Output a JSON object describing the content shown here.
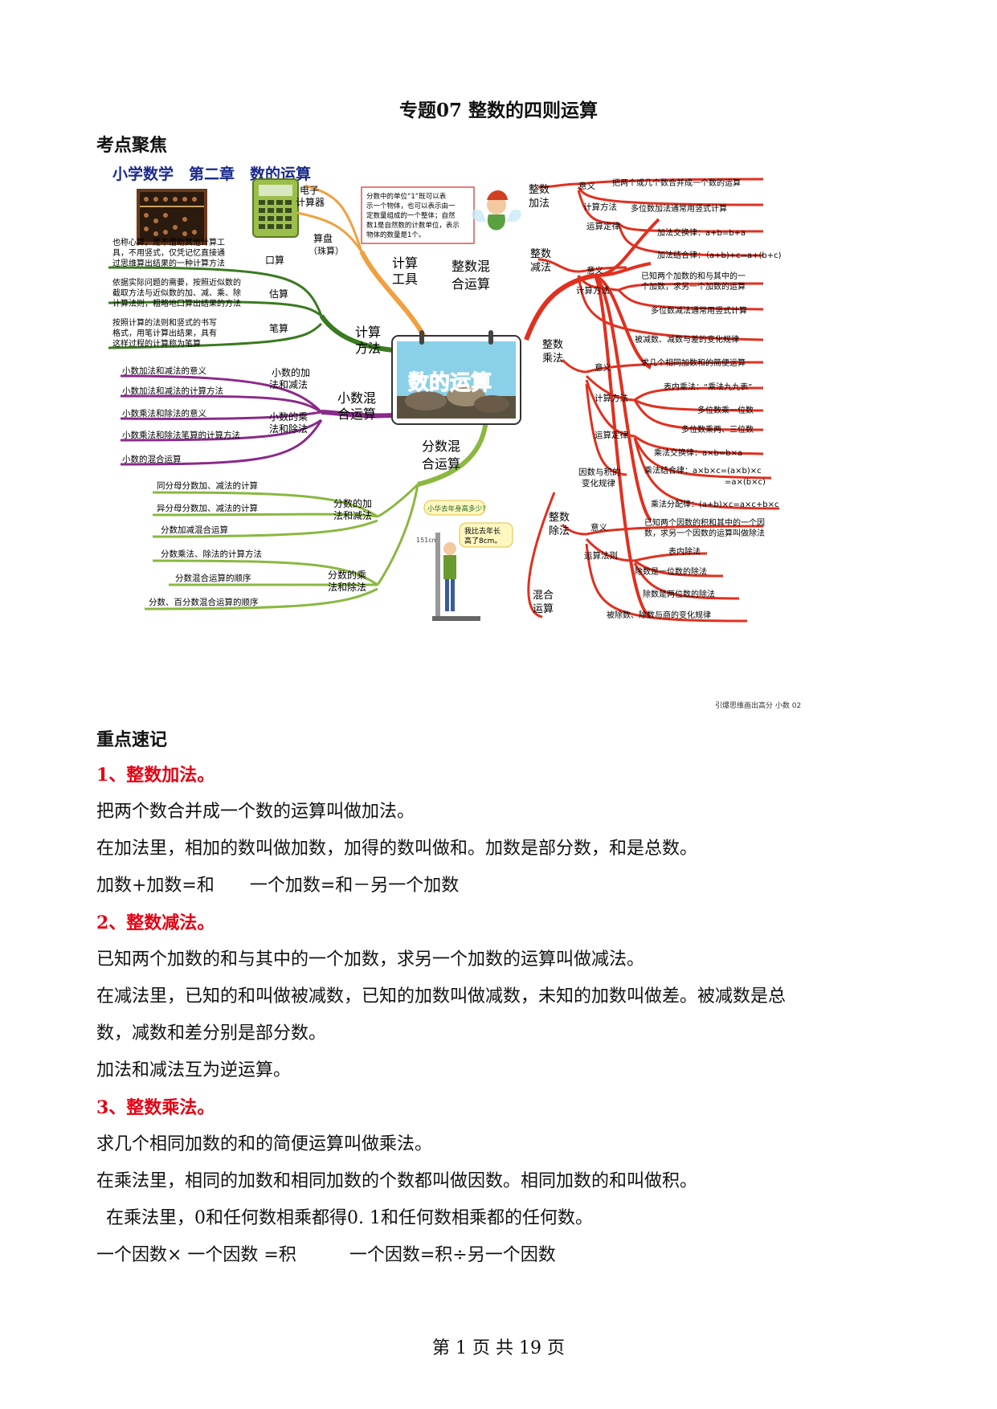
{
  "title": "专题07 整数的四则运算",
  "section1": "考点聚焦",
  "section2": "重点速记",
  "mindmap": {
    "header": "小学数学　第二章　数的运算",
    "center": "数的运算",
    "note_lines": [
      "分数中的单位“1”既可以表",
      "示一个物体，也可以表示由一",
      "定数量组成的一个整体；自然",
      "数1是自然数的计数单位，表示",
      "物体的数量是1个。"
    ],
    "tools": {
      "label": [
        "计算",
        "工具"
      ],
      "dianzi": [
        "电子",
        "计算器"
      ],
      "suanpan": [
        "算盘",
        "（珠算）"
      ]
    },
    "method": {
      "label": [
        "计算",
        "方法"
      ],
      "kousuan": "口算",
      "kousuan_desc": [
        "也称心算，是不借助其他计算工",
        "具，不用竖式，仅凭记忆直接通",
        "过思维算出结果的一种计算方法"
      ],
      "gusuan": "估算",
      "gusuan_desc": [
        "依据实际问题的需要，按照近似数的",
        "截取方法与近似数的加、减、乘、除",
        "计算法则，粗略地口算出结果的方法"
      ],
      "bisuan": "笔算",
      "bisuan_desc": [
        "按照计算的法则和竖式的书写",
        "格式，用笔计算出结果，具有",
        "这样过程的计算称为笔算"
      ]
    },
    "decimal": {
      "label": [
        "小数混",
        "合运算"
      ],
      "addsub": [
        "小数的加",
        "法和减法"
      ],
      "muldiv": [
        "小数的乘",
        "法和除法"
      ],
      "items": [
        "小数加法和减法的意义",
        "小数加法和减法的计算方法",
        "小数乘法和除法的意义",
        "小数乘法和除法笔算的计算方法",
        "小数的混合运算"
      ]
    },
    "fraction": {
      "label": [
        "分数混",
        "合运算"
      ],
      "addsub": [
        "分数的加",
        "法和减法"
      ],
      "muldiv": [
        "分数的乘",
        "法和除法"
      ],
      "items": [
        "同分母分数加、减法的计算",
        "异分母分数加、减法的计算",
        "分数加减混合运算",
        "分数乘法、除法的计算方法",
        "分数混合运算的顺序",
        "分数、百分数混合运算的顺序"
      ],
      "bubble1": "小华去年身高多少?",
      "bubble2": [
        "我比去年长",
        "高了8cm。"
      ],
      "height": "151cm"
    },
    "integer": {
      "label": [
        "整数混",
        "合运算"
      ],
      "add": {
        "label": [
          "整数",
          "加法"
        ],
        "yiyi": "意义",
        "yiyi_desc": "把两个或几个数合并成一个数的运算",
        "fangfa": "计算方法",
        "fangfa_desc": "多位数加法通常用竖式计算",
        "dinglv": "运算定律",
        "law1": "加法交换律：a+b=b+a",
        "law2": "加法结合律：（a+b)+c=a+(b+c)"
      },
      "sub": {
        "label": [
          "整数",
          "减法"
        ],
        "yiyi": "意义",
        "yiyi_desc": [
          "已知两个加数的和与其中的一",
          "个加数，求另一个加数的运算"
        ],
        "fangfa": "计算方法",
        "fangfa_desc": "多位数减法通常用竖式计算",
        "rule": "被减数、减数与差的变化规律"
      },
      "mul": {
        "label": [
          "整数",
          "乘法"
        ],
        "yiyi": "意义",
        "yiyi_desc": "求几个相同加数和的简便运算",
        "fangfa": "计算方法",
        "f1": "表内乘法：“乘法九九表”",
        "f2": "多位数乘一位数",
        "f3": "多位数乘两、三位数",
        "dinglv": "运算定律",
        "l1": "乘法交换律：a×b=b×a",
        "l2a": "乘法结合律：a×b×c=(a×b)×c",
        "l2b": "=a×(b×c)",
        "l3": "乘法分配律：(a+b)×c=a×c+b×c",
        "yinshu": [
          "因数与积的",
          "变化规律"
        ]
      },
      "div": {
        "label": [
          "整数",
          "除法"
        ],
        "yiyi": "意义",
        "yiyi_desc": [
          "已知两个因数的积和其中的一个因",
          "数，求另一个因数的运算叫做除法"
        ],
        "faze": "运算法则",
        "f1": "表内除法",
        "f2": "除数是一位数的除法",
        "f3": "除数是两位数的除法",
        "rule": "被除数、除数与商的变化规律"
      },
      "mix": [
        "混合",
        "运算"
      ]
    },
    "credit": "引爆思维画出高分 小数 02"
  },
  "content": {
    "h1": "1、整数加法。",
    "p1": "把两个数合并成一个数的运算叫做加法。",
    "p2": "在加法里，相加的数叫做加数，加得的数叫做和。加数是部分数，和是总数。",
    "p3": "加数+加数=和　　一个加数=和－另一个加数",
    "h2": "2、整数减法。",
    "p4": "已知两个加数的和与其中的一个加数，求另一个加数的运算叫做减法。",
    "p5a": "在减法里，已知的和叫做被减数，已知的加数叫做减数，未知的加数叫做差。被减数是总",
    "p5b": "数，减数和差分别是部分数。",
    "p6": "加法和减法互为逆运算。",
    "h3": "3、整数乘法。",
    "p7": "求几个相同加数的和的简便运算叫做乘法。",
    "p8": "在乘法里，相同的加数和相同加数的个数都叫做因数。相同加数的和叫做积。",
    "p9": "在乘法里，0和任何数相乘都得0.  1和任何数相乘都的任何数。",
    "p10": "一个因数× 一个因数  =积　　　一个因数=积÷另一个因数"
  },
  "footer": "第  1  页  共 19  页"
}
